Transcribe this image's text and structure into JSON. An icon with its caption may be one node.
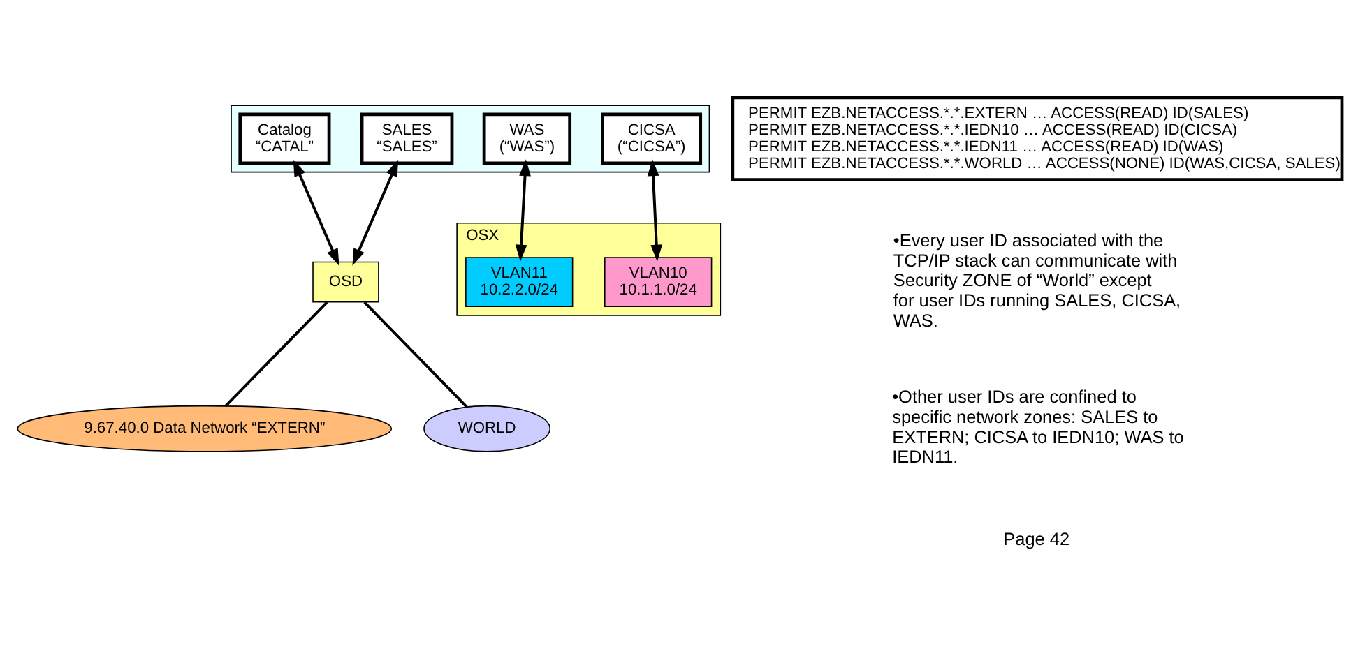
{
  "diagram": {
    "nodes": [
      {
        "text": [],
        "shape": "box"
      },
      {
        "text": [
          "PERMIT EZB.NETACCESS.*.*.EXTERN … ACCESS(READ) ID(SALES)",
          "PERMIT EZB.NETACCESS.*.*.IEDN10 … ACCESS(READ) ID(CICSA)",
          "PERMIT EZB.NETACCESS.*.*.IEDN11 … ACCESS(READ) ID(WAS)",
          "PERMIT EZB.NETACCESS.*.*.WORLD … ACCESS(NONE) ID(WAS,CICSA, SALES)"
        ]
      },
      {
        "text": [
          "SALES",
          "“SALES”"
        ],
        "in": 0
      },
      {
        "text": [
          "Catalog",
          "“CATAL”"
        ],
        "in": 0
      },
      {
        "text": [
          "CICSA",
          "(“CICSA”)"
        ],
        "in": 0
      },
      {
        "text": [
          "WAS",
          "(“WAS”)"
        ],
        "in": 0
      },
      {
        "text": [
          "OSD"
        ]
      },
      {
        "text": [
          "OSX"
        ]
      },
      {
        "text": [
          "VLAN10",
          "10.1.1.0/24"
        ],
        "in": 7
      },
      {
        "text": [
          "VLAN11",
          "10.2.2.0/24"
        ],
        "in": 7
      },
      {
        "text": [
          "9.67.40.0 Data Network “EXTERN”"
        ]
      },
      {
        "text": [
          "WORLD"
        ]
      }
    ],
    "edges": [
      {
        "from": 2,
        "to": 6,
        "arrow": "both"
      },
      {
        "from": 3,
        "to": 6,
        "arrow": "both"
      },
      {
        "from": 4,
        "to": 8,
        "arrow": "both"
      },
      {
        "from": 5,
        "to": 9,
        "arrow": "both"
      },
      {
        "from": 6,
        "to": 10,
        "arrow": "none"
      },
      {
        "from": 6,
        "to": 11,
        "arrow": "none"
      }
    ],
    "labels": [
      "•Every user ID associated with the TCP/IP stack can communicate with Security ZONE of “World” except for user IDs running SALES, CICSA, WAS.",
      "•Other user IDs are confined to specific network zones: SALES to EXTERN; CICSA to IEDN10; WAS to IEDN11.",
      "Page 42"
    ]
  }
}
